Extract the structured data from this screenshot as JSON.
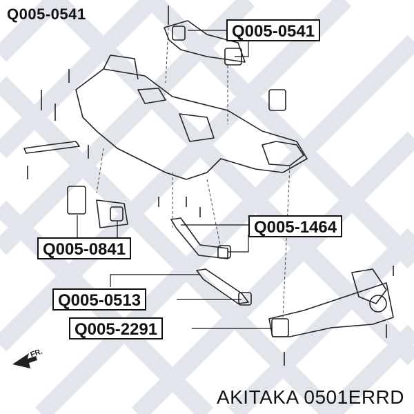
{
  "header": {
    "part_number": "Q005-0541"
  },
  "callouts": [
    {
      "id": "Q005-0541",
      "text": "Q005-0541"
    },
    {
      "id": "Q005-1464",
      "text": "Q005-1464"
    },
    {
      "id": "Q005-0841",
      "text": "Q005-0841"
    },
    {
      "id": "Q005-0513",
      "text": "Q005-0513"
    },
    {
      "id": "Q005-2291",
      "text": "Q005-2291"
    }
  ],
  "direction_label": "FR.",
  "footer": {
    "brand_part": "AKITAKA 0501ERRD"
  },
  "colors": {
    "ink": "#111111",
    "watermark": "#dfe3ea",
    "line": "#333333"
  }
}
